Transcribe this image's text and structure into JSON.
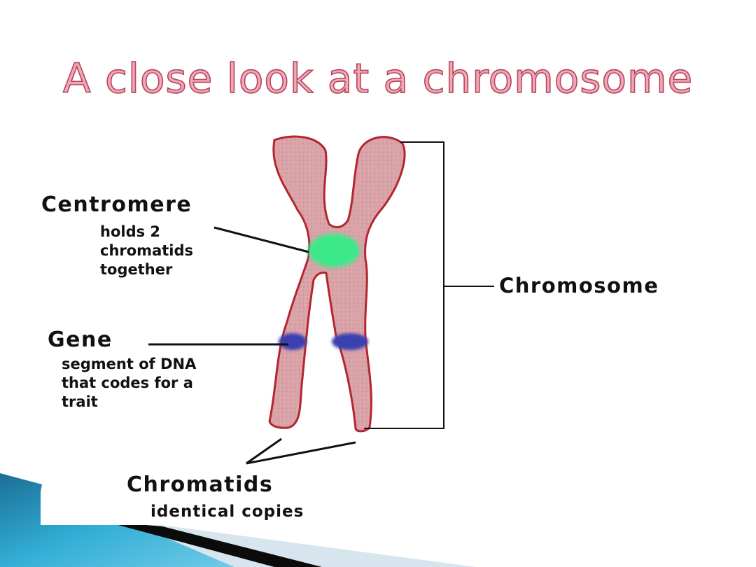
{
  "slide": {
    "title": "A close look at a chromosome"
  },
  "labels": {
    "centromere": {
      "heading": "Centromere",
      "lines": [
        "holds 2",
        "chromatids",
        "together"
      ]
    },
    "gene": {
      "heading": "Gene",
      "lines": [
        "segment of DNA",
        "that codes for a",
        "trait"
      ]
    },
    "chromosome": {
      "heading": "Chromosome"
    },
    "chromatids": {
      "heading": "Chromatids",
      "lines": [
        "identical copies"
      ]
    }
  },
  "colors": {
    "chromosome_fill": "#d9a3a8",
    "chromosome_outline": "#b3262f",
    "centromere": "#3ee88a",
    "gene_band": "#3b3fb0",
    "title_fill": "#f0a8b4",
    "title_outline": "#b5455c",
    "corner_accent": "#2aa0c8"
  }
}
